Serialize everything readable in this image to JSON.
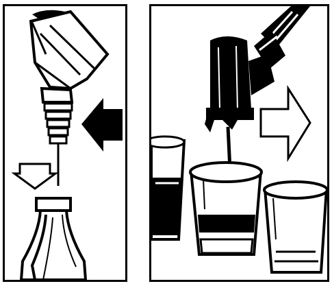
{
  "figure": {
    "panels": [
      {
        "id": "left",
        "step": "fit-pourer-into-bottle",
        "icons": [
          "pourer-spout-icon",
          "push-arrow-icon",
          "down-arrow-icon",
          "bottle-neck-icon"
        ]
      },
      {
        "id": "right",
        "step": "pour-measure-into-glass",
        "icons": [
          "optic-dispenser-icon",
          "shot-glass-icon",
          "next-arrow-icon"
        ]
      }
    ],
    "colors": {
      "ink": "#000000",
      "paper": "#ffffff"
    }
  }
}
